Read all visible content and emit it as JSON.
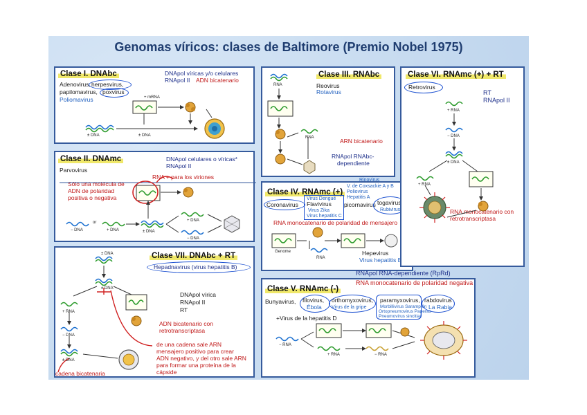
{
  "title": "Genomas víricos: clases de Baltimore (Premio Nobel 1975)",
  "classI": {
    "title": "Clase I. DNAbc",
    "v1": "Adenovirus,",
    "v1b": "herpesvirus,",
    "v2": "papilomavirus,",
    "v2b": "poxvirus",
    "v3": "Poliomavirus",
    "pol1": "DNApol víricas y/o celulares",
    "pol2": "RNApol II",
    "note": "ADN bicatenario",
    "lbl_mrna": "+ mRNA",
    "lbl_dna1": "± DNA",
    "lbl_dna2": "± DNA"
  },
  "classII": {
    "title": "Clase II. DNAmc",
    "v1": "Parvovirus",
    "pol1": "DNApol celulares o víricas*",
    "pol2": "RNApol II",
    "note1": "Sólo una molécula de",
    "note2": "ADN de polaridad",
    "note3": "positiva o negativa",
    "note4": "RNA + para los viriones",
    "lbl_or": "or",
    "lbl_dna_m": "− DNA",
    "lbl_dna_p": "+ DNA",
    "lbl_dna_pm": "± DNA",
    "lbl_dna_p2": "+ DNA",
    "lbl_dna_m2": "− DNA"
  },
  "classIII": {
    "title": "Clase III. RNAbc",
    "v1": "Reovirus",
    "v2": "Rotavirus",
    "note": "ARN bicatenario",
    "pol1": "RNApol RNAbc-",
    "pol2": "dependiente",
    "lbl_rna": "RNA",
    "lbl_rna2": "RNA"
  },
  "classIV": {
    "title": "Clase IV. RNAmc (+)",
    "v1": "Coronavirus",
    "v2a": "Flavivirus",
    "v2b": "Virus Dengue",
    "v2c": "Virus Zika",
    "v2d": "Virus hepatitis C",
    "v3": "picornavirus",
    "v3a": "Rinovirus",
    "v3b": "V. de Coxsackie A y B",
    "v3c": "Poliovirus",
    "v3d": "Hepatitis A",
    "v4": "togavirus",
    "v4a": "Rubivirus",
    "note": "RNA monocatenario de polaridad de mensajero",
    "lbl_genome": "Genome",
    "lbl_rna": "RNA",
    "v5": "Hepevirus",
    "v5a": "Virus hepatitis E"
  },
  "classV": {
    "title": "Clase V. RNAmc (-)",
    "pol": "RNApol RNA-dependiente (RpRd)",
    "note": "RNA monocatenario de polaridad negativa",
    "v1": "Bunyavirus,",
    "v2": "filovirus,",
    "v2a": "Ébola",
    "v3": "orthomyxovirus,",
    "v3a": "Virus de la gripe",
    "v4": "paramyxovirus,",
    "v4a": "Morbillivirus Sarampión",
    "v4b": "Ortopneumovirus Paperas",
    "v4c": "Pneumovirus sincitial",
    "v5": "rabdovirus",
    "v5a": "La Rabia",
    "v6": "+Virus de la hepatitis D",
    "lbl_rna1": "− RNA",
    "lbl_rna2": "+ RNA",
    "lbl_rna3": "− RNA"
  },
  "classVI": {
    "title": "Clase VI. RNAmc (+) + RT",
    "v1": "Retrovirus",
    "pol1": "RT",
    "pol2": "RNApol II",
    "note1": "RNA monocatenario con",
    "note2": "retrotranscriptasa",
    "lbl_rna": "+ RNA",
    "lbl_dna": "− DNA",
    "lbl_dna2": "± DNA",
    "lbl_rna2": "+ RNA"
  },
  "classVII": {
    "title": "Clase VII. DNAbc + RT",
    "v1": "Hepadnavirus (virus hepatitis B)",
    "pol1": "DNApol vírica",
    "pol2": "RNApol II",
    "pol3": "RT",
    "note1": "ADN bicatenario con",
    "note2": "retrotranscriptasa",
    "n1": "de una cadena sale ARN",
    "n2": "mensajero positivo para crear",
    "n3": "ADN negativo, y del otro sale ARN",
    "n4": "para formar una proteína de la",
    "n5": "cápside",
    "n6": "cadena bicatenaria",
    "lbl_dna": "± DNA",
    "lbl_dna2": "± DNA",
    "lbl_rna": "+ RNA",
    "lbl_dna3": "− DNA",
    "lbl_dna4": "± DNA"
  },
  "colors": {
    "panel_border": "#355a9c",
    "highlight": "#f0e86a",
    "accent_red": "#c01818",
    "accent_blue": "#1f5fbf",
    "oval_blue": "#1a4fd0"
  }
}
